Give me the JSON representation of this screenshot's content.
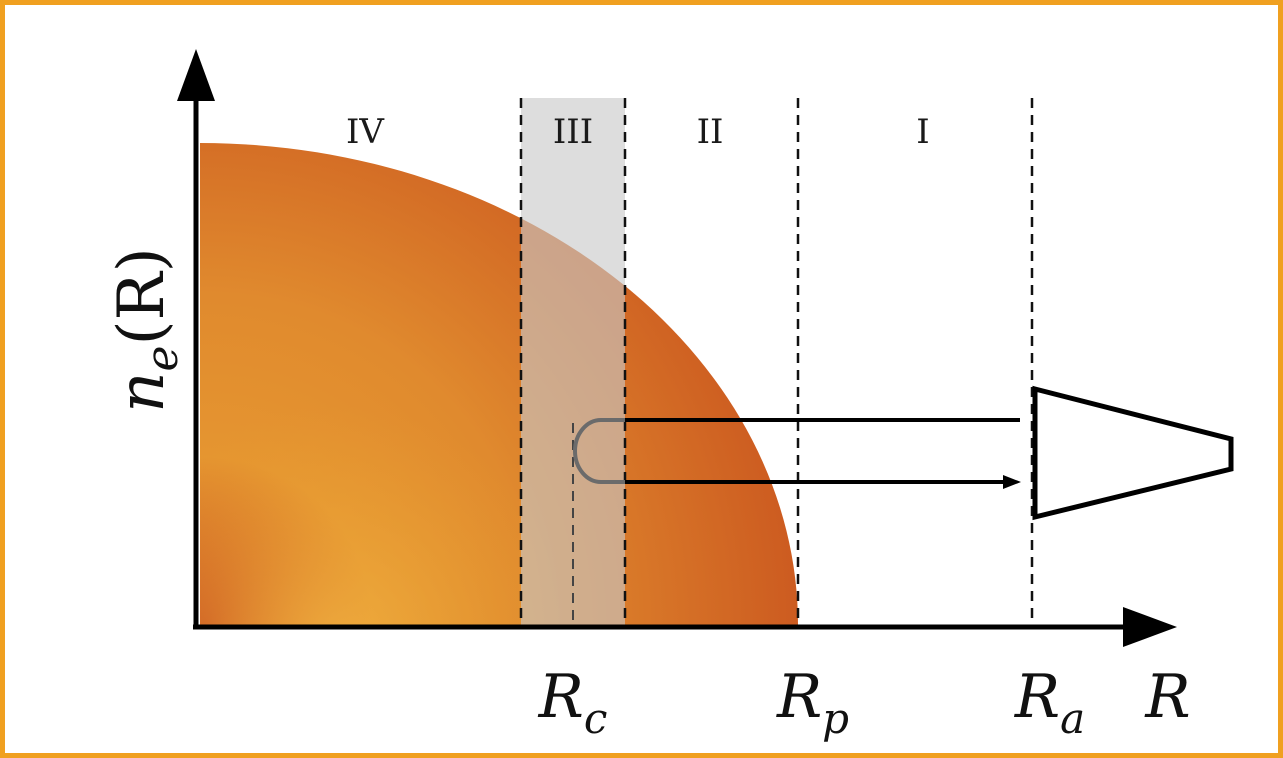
{
  "diagram": {
    "y_axis_label": {
      "main": "n",
      "sub": "e",
      "arg": "(R)"
    },
    "x_axis_label": "R",
    "regions": [
      "IV",
      "III",
      "II",
      "I"
    ],
    "radii": [
      {
        "main": "R",
        "sub": "c"
      },
      {
        "main": "R",
        "sub": "p"
      },
      {
        "main": "R",
        "sub": "a"
      }
    ]
  },
  "colors": {
    "frame_border": "#f0a020",
    "plasma_outer": "#cf5a1e",
    "plasma_inner": "#e9a032",
    "shaded_region": "#c8c8c8",
    "line": "#000000",
    "ray_turn": "#6b6b6b"
  }
}
